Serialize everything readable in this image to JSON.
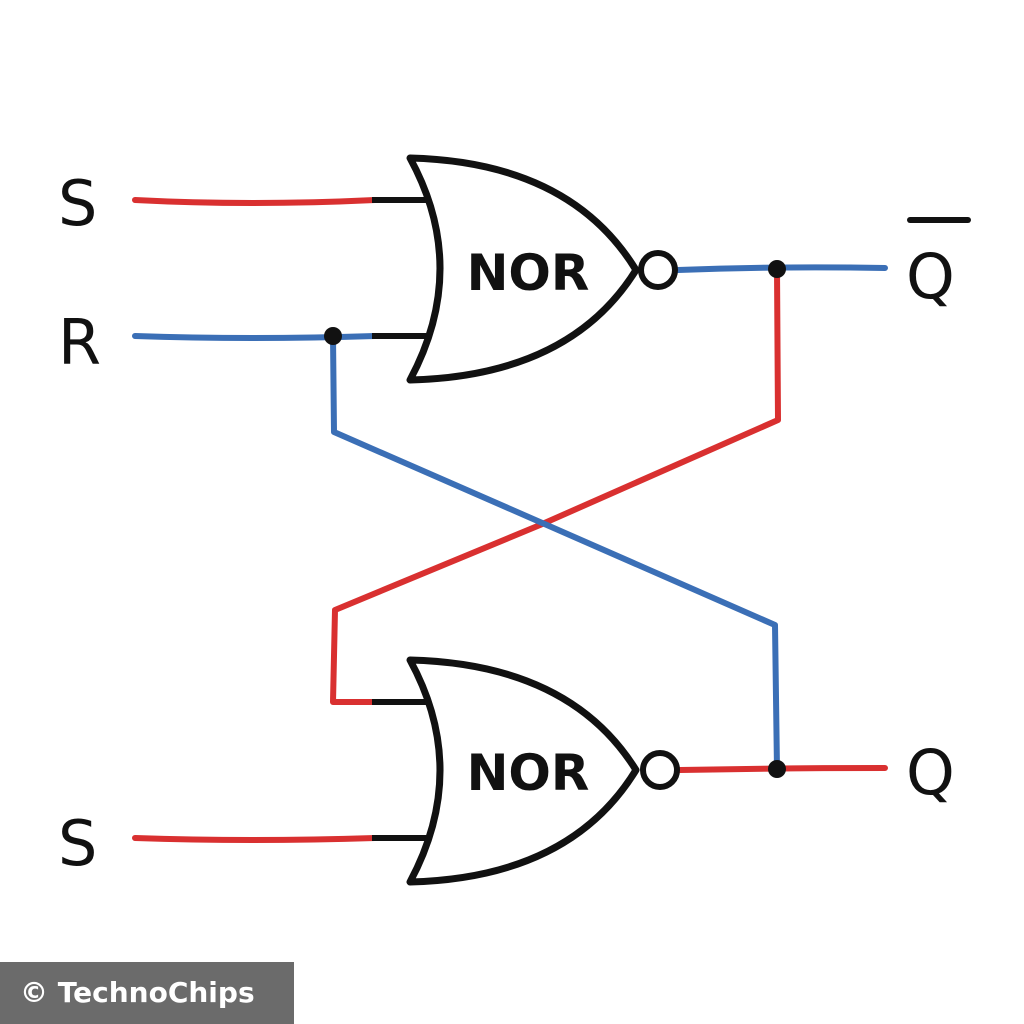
{
  "labels": {
    "top_s": "S",
    "top_r": "R",
    "bottom_s": "S",
    "q_bar": "Q",
    "q": "Q"
  },
  "gates": {
    "top": "NOR",
    "bottom": "NOR"
  },
  "colors": {
    "red_wire": "#d93030",
    "blue_wire": "#3b6fb6",
    "stroke": "#111111"
  },
  "watermark": "© TechnoChips"
}
